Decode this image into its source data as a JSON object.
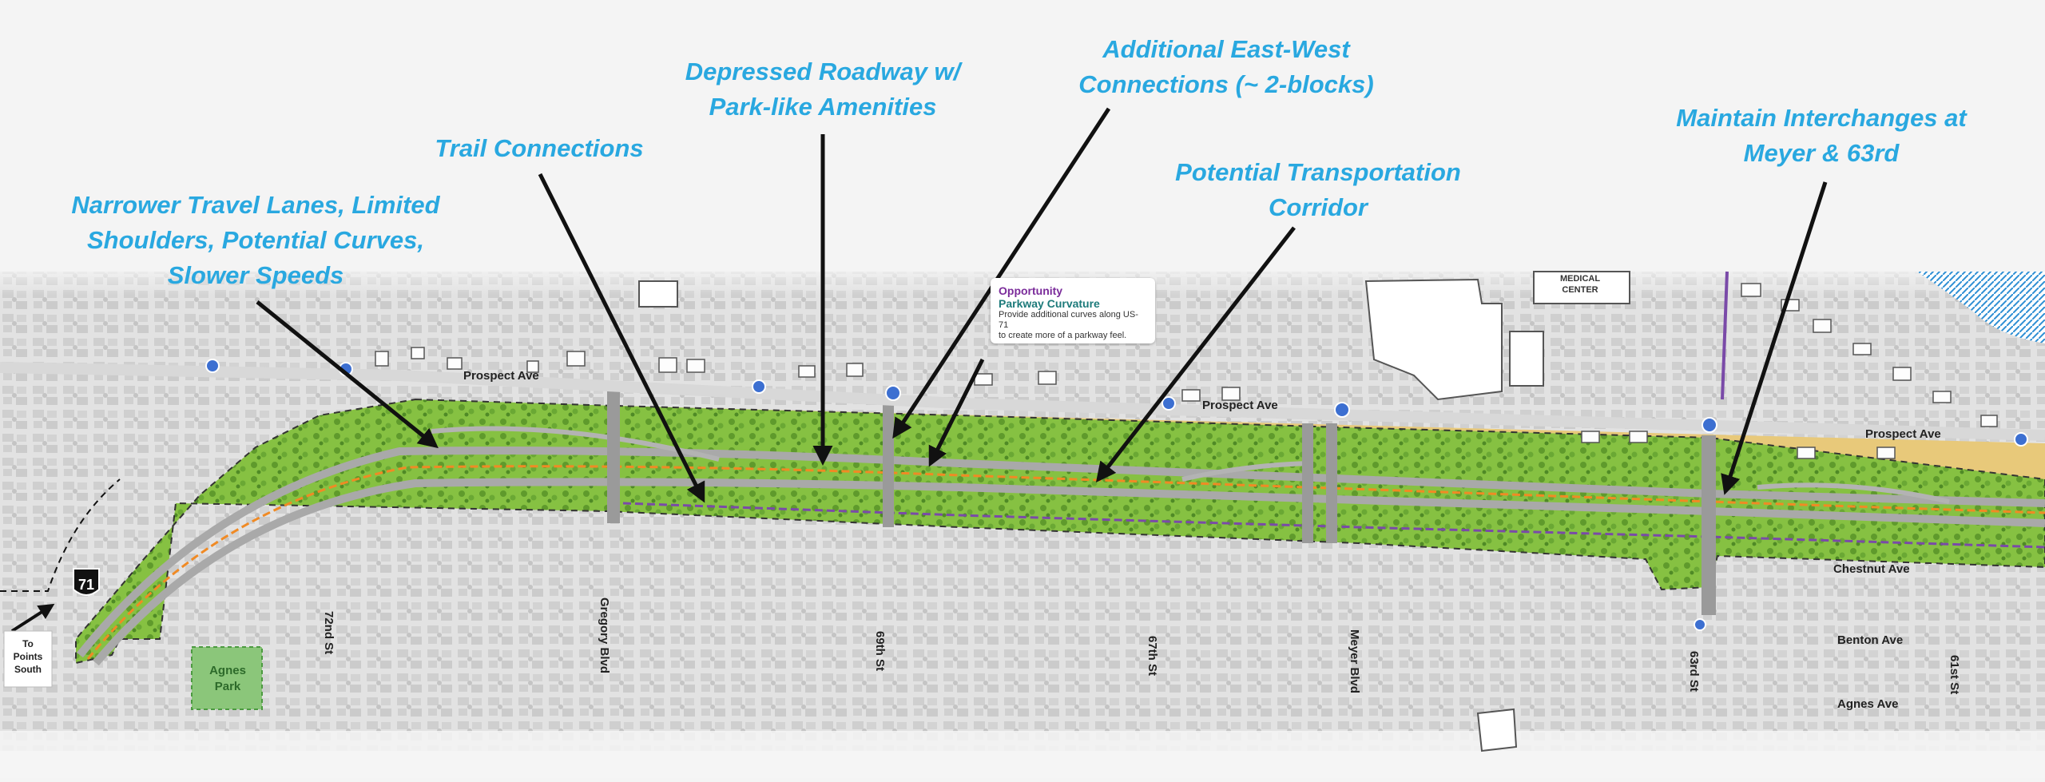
{
  "callouts": {
    "narrower": [
      "Narrower Travel Lanes, Limited",
      "Shoulders, Potential Curves,",
      "Slower Speeds"
    ],
    "trail": [
      "Trail Connections"
    ],
    "depressed": [
      "Depressed Roadway w/",
      "Park-like Amenities"
    ],
    "eastwest": [
      "Additional East-West",
      "Connections (~ 2-blocks)"
    ],
    "transport": [
      "Potential Transportation",
      "Corridor"
    ],
    "interchanges": [
      "Maintain Interchanges at",
      "Meyer & 63rd"
    ]
  },
  "streets": {
    "prospect": "Prospect Ave",
    "s72": "72nd St",
    "gregory": "Gregory Blvd",
    "s69": "69th St",
    "s67": "67th St",
    "meyer": "Meyer Blvd",
    "s63": "63rd St",
    "s61": "61st St",
    "chestnut": "Chestnut Ave",
    "benton": "Benton Ave",
    "agnes_ave": "Agnes Ave"
  },
  "places": {
    "agnes_park": [
      "Agnes",
      "Park"
    ],
    "medical_center": [
      "MEDICAL",
      "CENTER"
    ],
    "to_points_south": [
      "To",
      "Points",
      "South"
    ],
    "highway_shield": "71"
  },
  "opportunity": {
    "title": "Opportunity",
    "subtitle": "Parkway Curvature",
    "text": [
      "Provide additional curves along US-71",
      "to create more of a parkway feel."
    ]
  },
  "colors": {
    "callout_text": "#29a8e0",
    "park_green": "#7dba3c",
    "corridor_tan": "#e8c97a",
    "roadway": "#a9a9a9",
    "trail_orange": "#f08a24",
    "trail_purple": "#7a4aa8",
    "arrow": "#111111"
  }
}
